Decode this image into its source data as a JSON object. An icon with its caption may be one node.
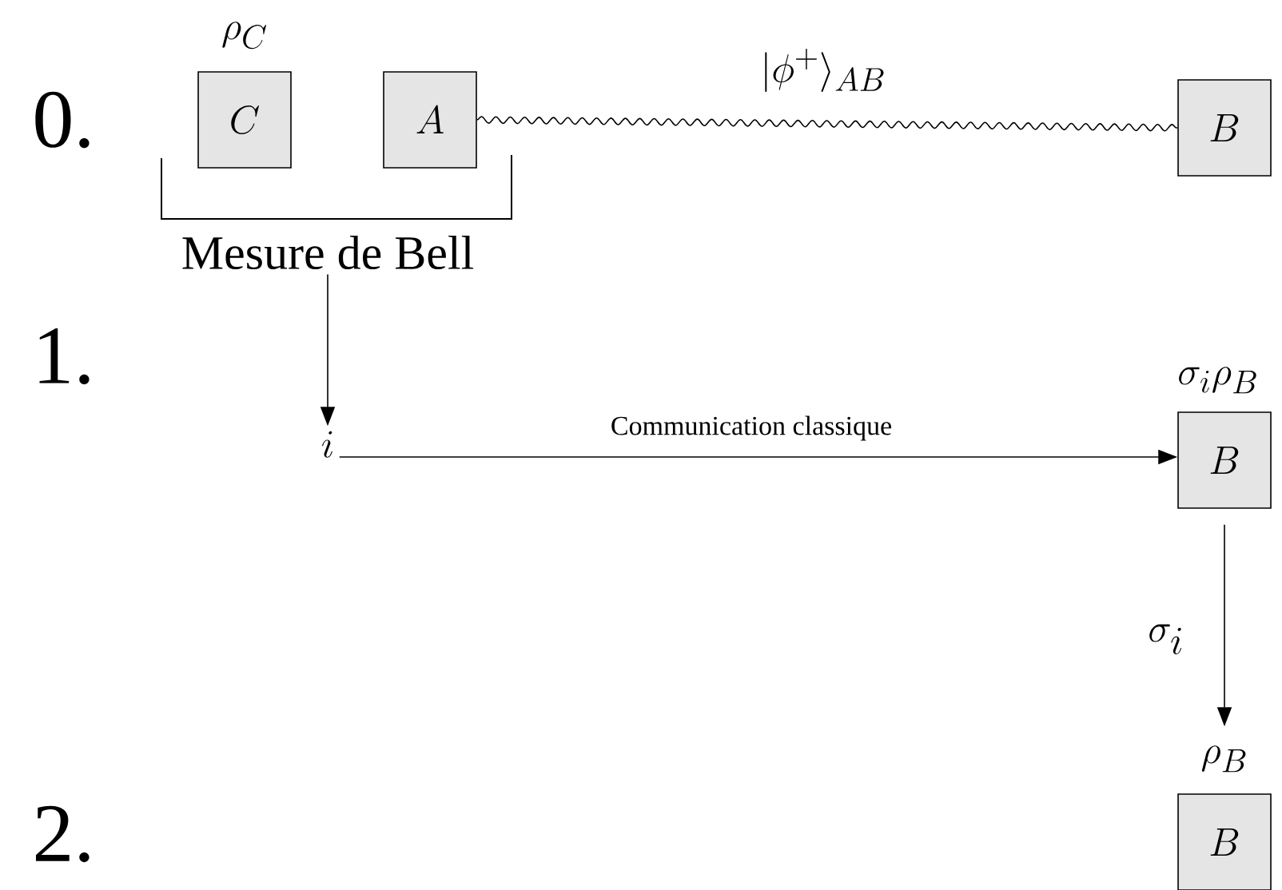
{
  "diagram": {
    "nodes": [
      {
        "text": [
          "C"
        ],
        "beside": [
          "\\rho_C"
        ]
      },
      {
        "text": [
          "A"
        ]
      },
      {
        "text": [
          "B"
        ]
      },
      {
        "text": [
          "Mesure de Bell"
        ]
      },
      {
        "text": [
          "i"
        ]
      },
      {
        "text": [
          "B"
        ],
        "beside": [
          "\\sigma_i\\rho_B"
        ]
      },
      {
        "text": [
          "B"
        ],
        "beside": [
          "\\rho_B"
        ]
      }
    ],
    "edges": [
      {
        "from": 1,
        "to": 2,
        "arrow": "none",
        "label": "|\\phi^+\\rangle_{AB}"
      },
      {
        "from": 3,
        "to": 4,
        "arrow": "to"
      },
      {
        "from": 4,
        "to": 5,
        "arrow": "to",
        "label": "Communication classique"
      },
      {
        "from": 5,
        "to": 6,
        "arrow": "to",
        "label": "\\sigma_i"
      }
    ],
    "labels": [
      "0.",
      "1.",
      "2."
    ]
  }
}
